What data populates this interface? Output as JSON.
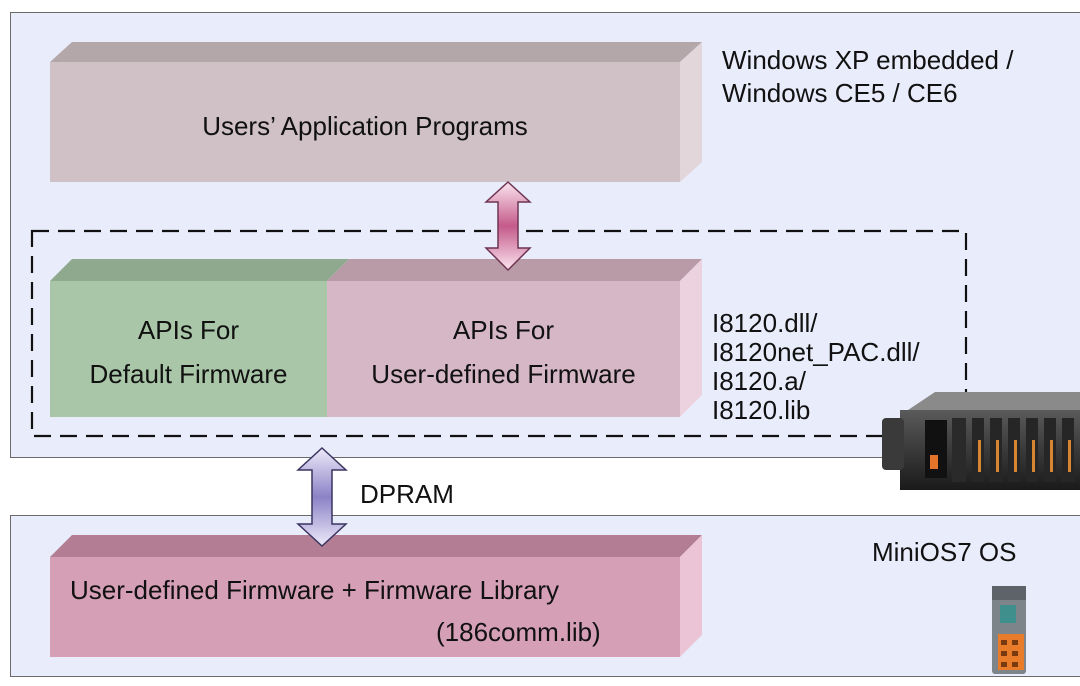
{
  "os_top": {
    "line1": "Windows XP embedded /",
    "line2": "Windows CE5 / CE6"
  },
  "app_box": {
    "label": "Users’ Application Programs"
  },
  "api_default": {
    "line1": "APIs For",
    "line2": "Default Firmware"
  },
  "api_user": {
    "line1": "APIs For",
    "line2": "User-defined Firmware"
  },
  "libraries": [
    "I8120.dll/",
    "I8120net_PAC.dll/",
    "I8120.a/",
    "I8120.lib"
  ],
  "dpram_label": "DPRAM",
  "os_bottom": {
    "label": "MiniOS7 OS"
  },
  "firmware_box": {
    "line1": "User-defined Firmware + Firmware Library",
    "line2": "(186comm.lib)"
  },
  "colors": {
    "panel_bg": "#e9ecfb",
    "app_box": "#cfc1c5",
    "api_default": "#a9c6a8",
    "api_user": "#d6b7c6",
    "firmware_box": "#d59fb5",
    "arrow_pink": "#c45a8a",
    "arrow_purple": "#8b82c6"
  }
}
